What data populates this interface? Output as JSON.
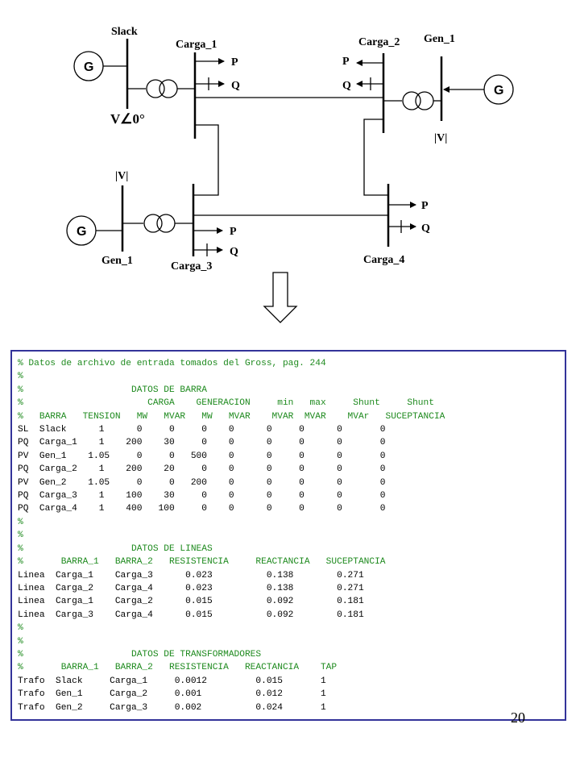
{
  "diagram": {
    "labels": {
      "slack": "Slack",
      "slack_voltage": "V∠0°",
      "carga_1": "Carga_1",
      "carga_2": "Carga_2",
      "carga_3": "Carga_3",
      "carga_4": "Carga_4",
      "gen_1_top": "Gen_1",
      "gen_1_bottom": "Gen_1",
      "v_mag_right": "|V|",
      "v_mag_left": "|V|",
      "p": "P",
      "q": "Q",
      "g": "G"
    }
  },
  "code_lines": [
    {
      "text": "% Datos de archivo de entrada tomados del Gross, pag. 244",
      "comment": true
    },
    {
      "text": "%",
      "comment": true
    },
    {
      "text": "%                    DATOS DE BARRA",
      "comment": true
    },
    {
      "text": "%                       CARGA    GENERACION     min   max     Shunt     Shunt",
      "comment": true
    },
    {
      "text": "%   BARRA   TENSION   MW   MVAR   MW   MVAR    MVAR  MVAR    MVAr   SUCEPTANCIA",
      "comment": true
    },
    {
      "text": "SL  Slack      1      0     0     0    0      0     0      0       0",
      "comment": false
    },
    {
      "text": "PQ  Carga_1    1    200    30     0    0      0     0      0       0",
      "comment": false
    },
    {
      "text": "PV  Gen_1    1.05     0     0   500    0      0     0      0       0",
      "comment": false
    },
    {
      "text": "PQ  Carga_2    1    200    20     0    0      0     0      0       0",
      "comment": false
    },
    {
      "text": "PV  Gen_2    1.05     0     0   200    0      0     0      0       0",
      "comment": false
    },
    {
      "text": "PQ  Carga_3    1    100    30     0    0      0     0      0       0",
      "comment": false
    },
    {
      "text": "PQ  Carga_4    1    400   100     0    0      0     0      0       0",
      "comment": false
    },
    {
      "text": "%",
      "comment": true
    },
    {
      "text": "%",
      "comment": true
    },
    {
      "text": "%                    DATOS DE LINEAS",
      "comment": true
    },
    {
      "text": "%       BARRA_1   BARRA_2   RESISTENCIA     REACTANCIA   SUCEPTANCIA",
      "comment": true
    },
    {
      "text": "Linea  Carga_1    Carga_3      0.023          0.138        0.271",
      "comment": false
    },
    {
      "text": "Linea  Carga_2    Carga_4      0.023          0.138        0.271",
      "comment": false
    },
    {
      "text": "Linea  Carga_1    Carga_2      0.015          0.092        0.181",
      "comment": false
    },
    {
      "text": "Linea  Carga_3    Carga_4      0.015          0.092        0.181",
      "comment": false
    },
    {
      "text": "%",
      "comment": true
    },
    {
      "text": "%",
      "comment": true
    },
    {
      "text": "%                    DATOS DE TRANSFORMADORES",
      "comment": true
    },
    {
      "text": "%       BARRA_1   BARRA_2   RESISTENCIA   REACTANCIA    TAP",
      "comment": true
    },
    {
      "text": "Trafo  Slack     Carga_1     0.0012         0.015       1",
      "comment": false
    },
    {
      "text": "Trafo  Gen_1     Carga_2     0.001          0.012       1",
      "comment": false
    },
    {
      "text": "Trafo  Gen_2     Carga_3     0.002          0.024       1",
      "comment": false
    }
  ],
  "page_number": "20"
}
